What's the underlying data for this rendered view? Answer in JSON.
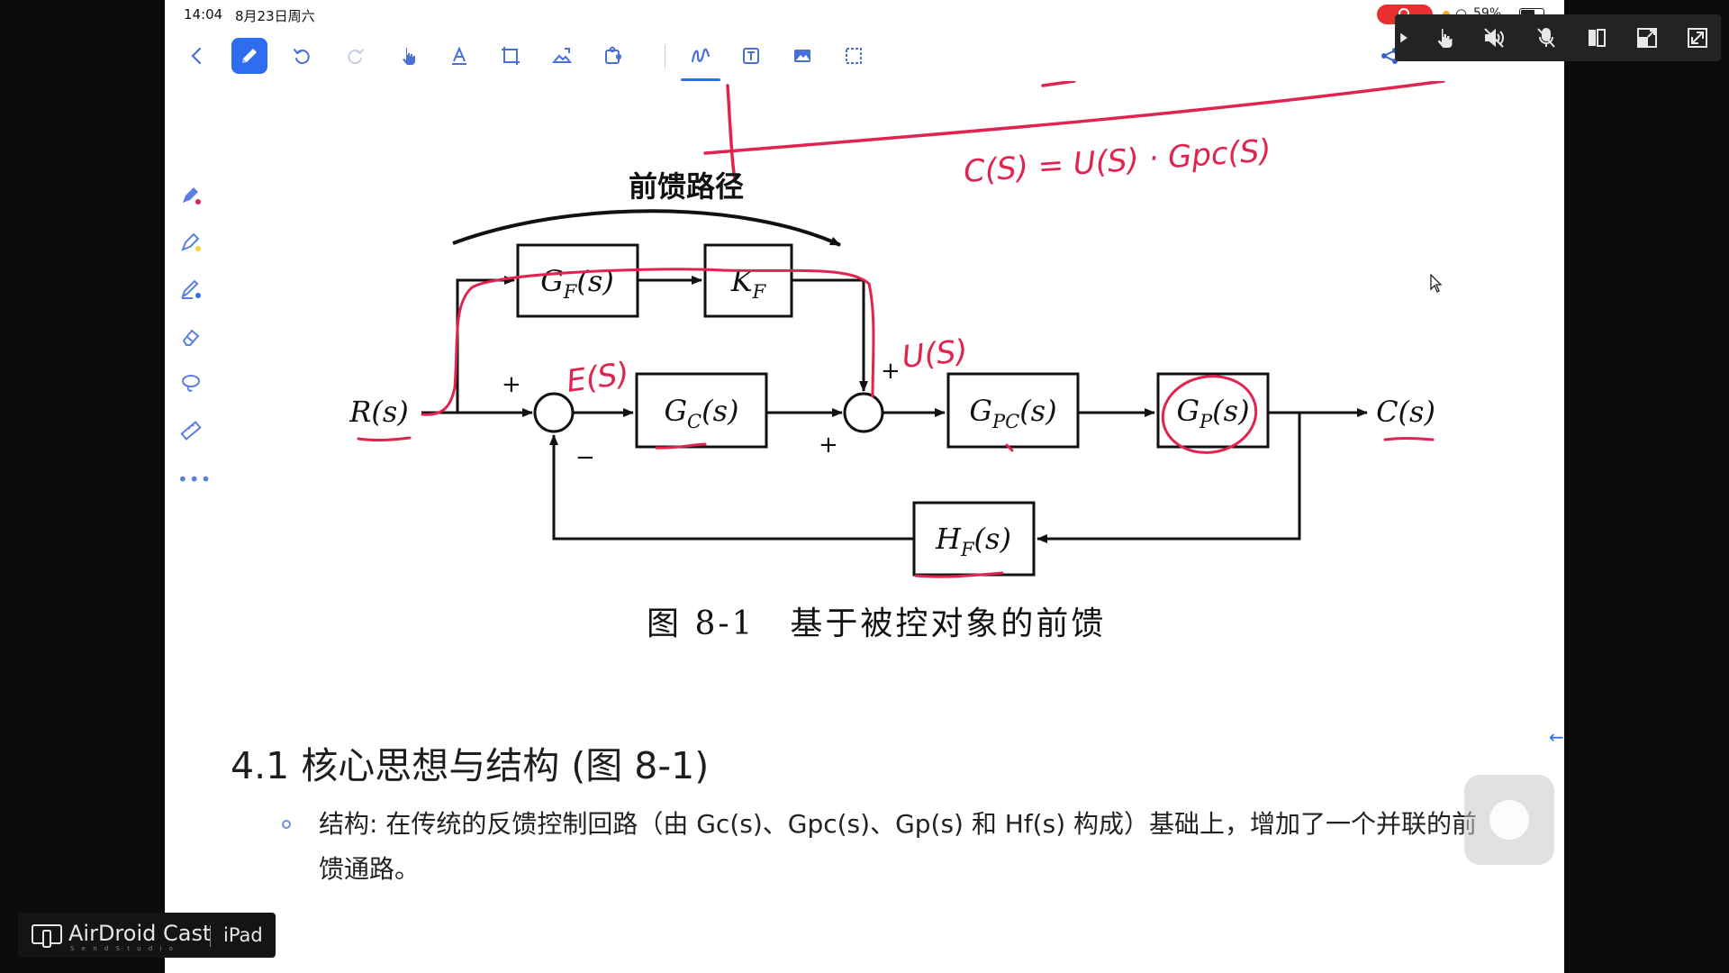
{
  "status": {
    "time": "14:04",
    "date": "8月23日周六",
    "battery": "59%"
  },
  "diagram": {
    "feedforward_label": "前馈路径",
    "R": "R(s)",
    "C": "C(s)",
    "GF": "G<sub>F</sub>(s)",
    "KF": "K<sub>F</sub>",
    "GC": "G<sub>C</sub>(s)",
    "GPC": "G<sub>PC</sub>(s)",
    "GP": "G<sub>P</sub>(s)",
    "HF": "H<sub>F</sub>(s)",
    "plus1": "+",
    "minus1": "−",
    "plus2": "+",
    "plus3": "+",
    "caption": "图 8-1　基于被控对象的前馈"
  },
  "annotations": {
    "formula": "C(S) = U(S) · Gpc(S)",
    "es": "E(S)",
    "us": "U(S)"
  },
  "section": {
    "title": "4.1 核心思想与结构 (图 8-1)",
    "bullet": "结构: 在传统的反馈控制回路（由 Gc(s)、Gpc(s)、Gp(s) 和 Hf(s) 构成）基础上，增加了一个并联的前馈通路。"
  },
  "badge": {
    "name": "AirDroid Cast",
    "sub": "S e n d   S t u d i o",
    "device": "iPad"
  },
  "colors": {
    "ink": "#e0244f",
    "accent": "#2f6df0"
  }
}
